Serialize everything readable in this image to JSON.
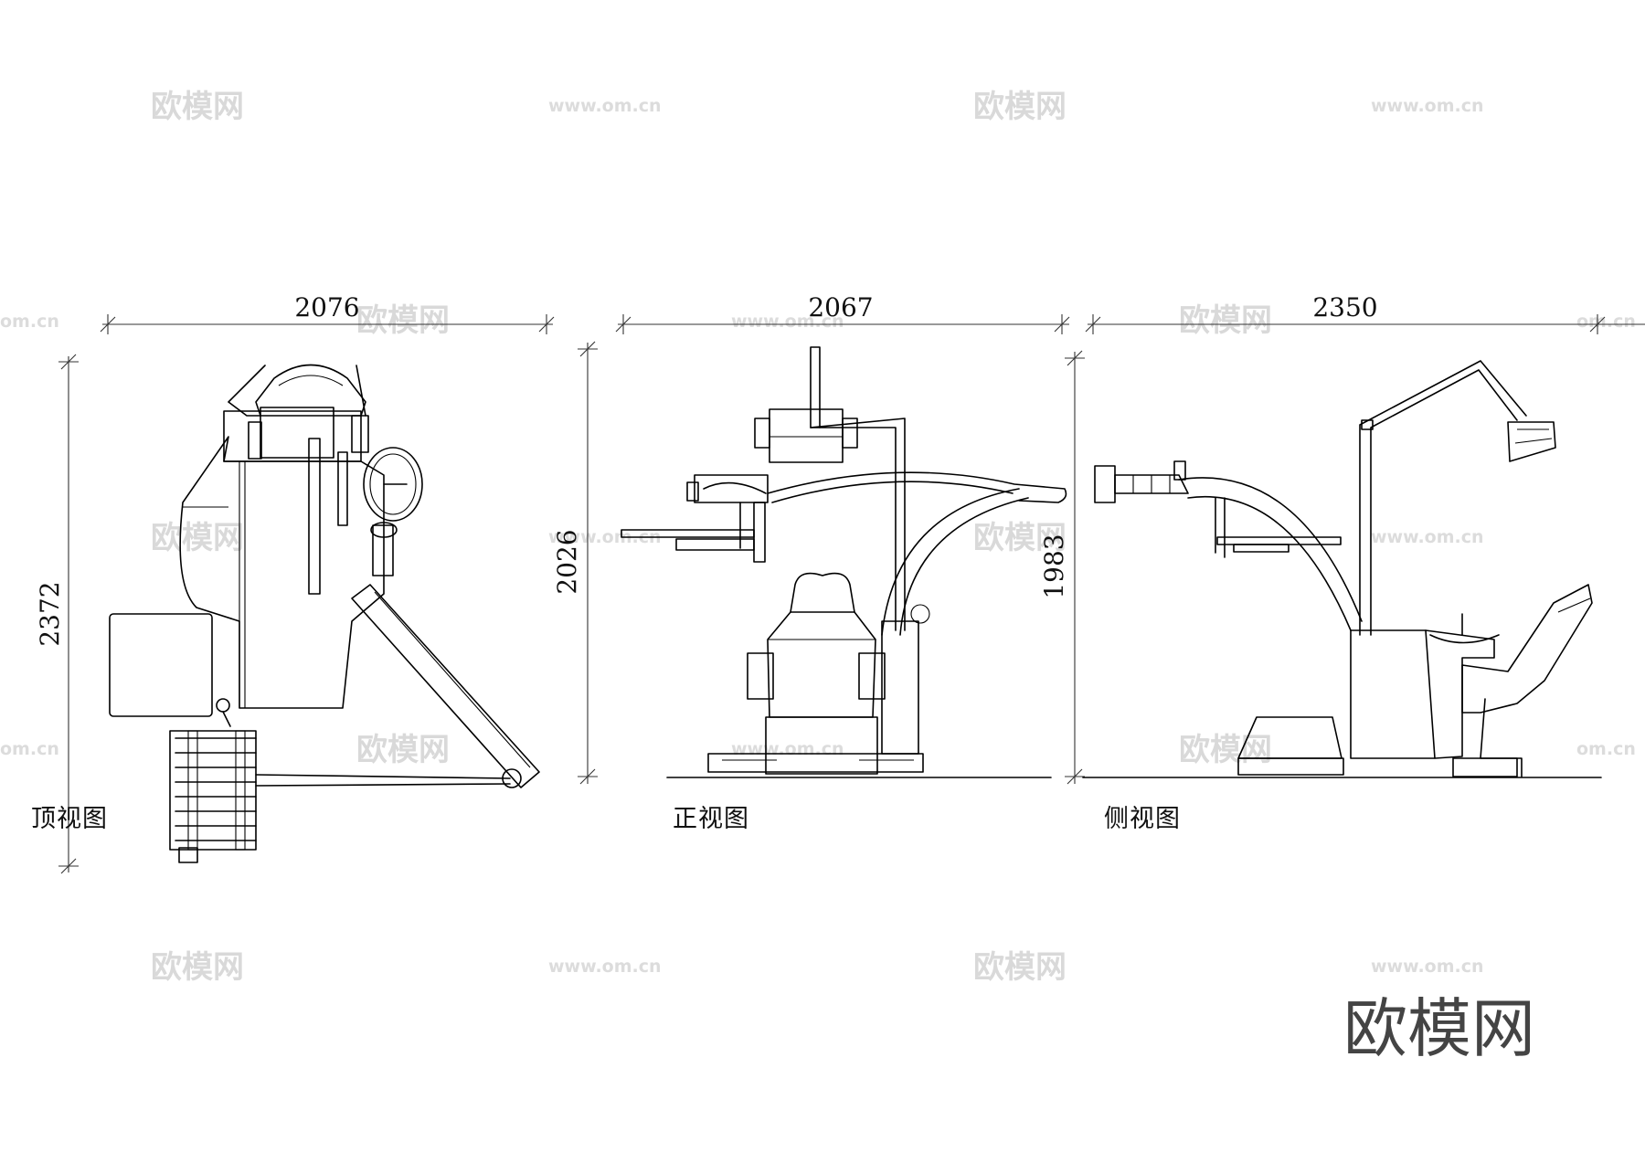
{
  "views": [
    {
      "label": "顶视图",
      "width_dim": "2076",
      "height_dim": "2372"
    },
    {
      "label": "正视图",
      "width_dim": "2067",
      "height_dim": "2026"
    },
    {
      "label": "侧视图",
      "width_dim": "2350",
      "height_dim": "1983"
    }
  ],
  "watermark": {
    "text": "欧模网",
    "url": "www.om.cn",
    "url_short": "om.cn"
  },
  "brand": {
    "text": "欧模网"
  }
}
